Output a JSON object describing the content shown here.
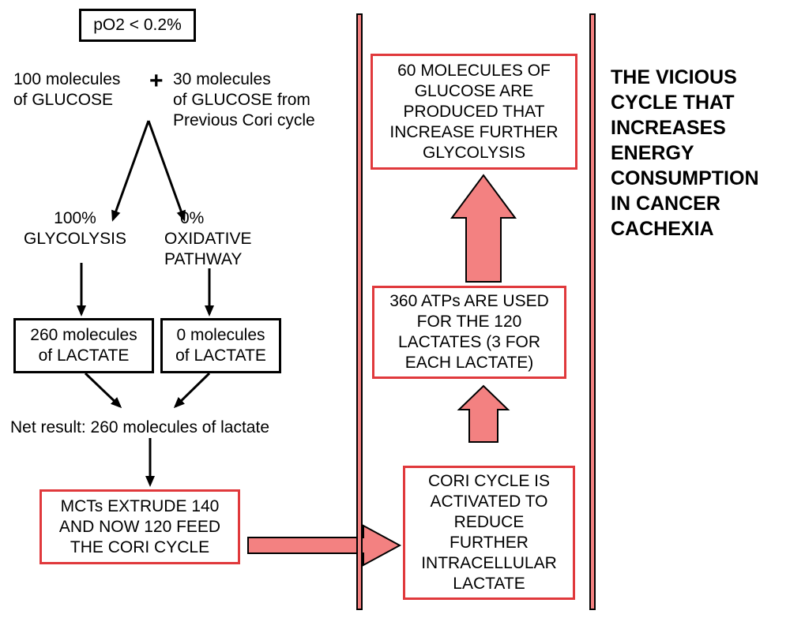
{
  "condition": "pO2 < 0.2%",
  "input_left": [
    "100 molecules",
    "of GLUCOSE"
  ],
  "plus": "+",
  "input_right": [
    "30 molecules",
    "of GLUCOSE from",
    "Previous Cori cycle"
  ],
  "branch_glycolysis": [
    "100%",
    "GLYCOLYSIS"
  ],
  "branch_oxidative": [
    "0%",
    "OXIDATIVE",
    "PATHWAY"
  ],
  "lactate_left": [
    "260 molecules",
    "of LACTATE"
  ],
  "lactate_right": [
    "0 molecules",
    "of LACTATE"
  ],
  "net_result": "Net result: 260 molecules of lactate",
  "mct_box": [
    "MCTs EXTRUDE 140",
    "AND NOW 120 FEED",
    "THE CORI CYCLE"
  ],
  "cori_box": [
    "CORI CYCLE IS",
    "ACTIVATED TO",
    "REDUCE",
    "FURTHER",
    "INTRACELLULAR",
    "LACTATE"
  ],
  "atp_box": [
    "360 ATPs ARE USED",
    "FOR THE 120",
    "LACTATES (3 FOR",
    "EACH LACTATE)"
  ],
  "glucose_box": [
    "60 MOLECULES OF",
    "GLUCOSE ARE",
    "PRODUCED THAT",
    "INCREASE FURTHER",
    "GLYCOLYSIS"
  ],
  "title": [
    "THE VICIOUS",
    "CYCLE THAT",
    "INCREASES",
    "ENERGY",
    "CONSUMPTION",
    "IN CANCER",
    "CACHEXIA"
  ],
  "colors": {
    "box_border_red": "#e0393c",
    "arrow_fill": "#f38181",
    "box_border_black": "#000000"
  }
}
